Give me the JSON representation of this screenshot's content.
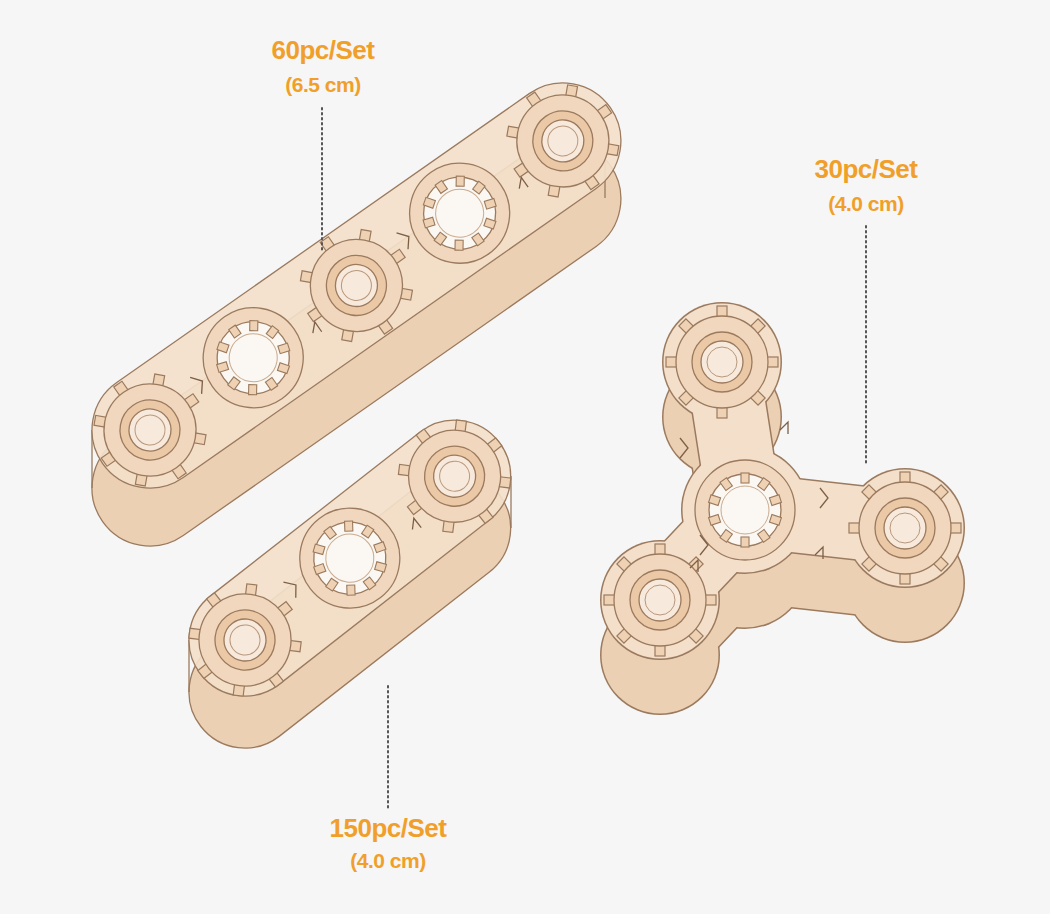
{
  "diagram": {
    "labels": [
      "60pc/Set",
      "(6.5 cm)",
      "30pc/Set",
      "(4.0 cm)",
      "150pc/Set",
      "(4.0 cm)"
    ]
  }
}
